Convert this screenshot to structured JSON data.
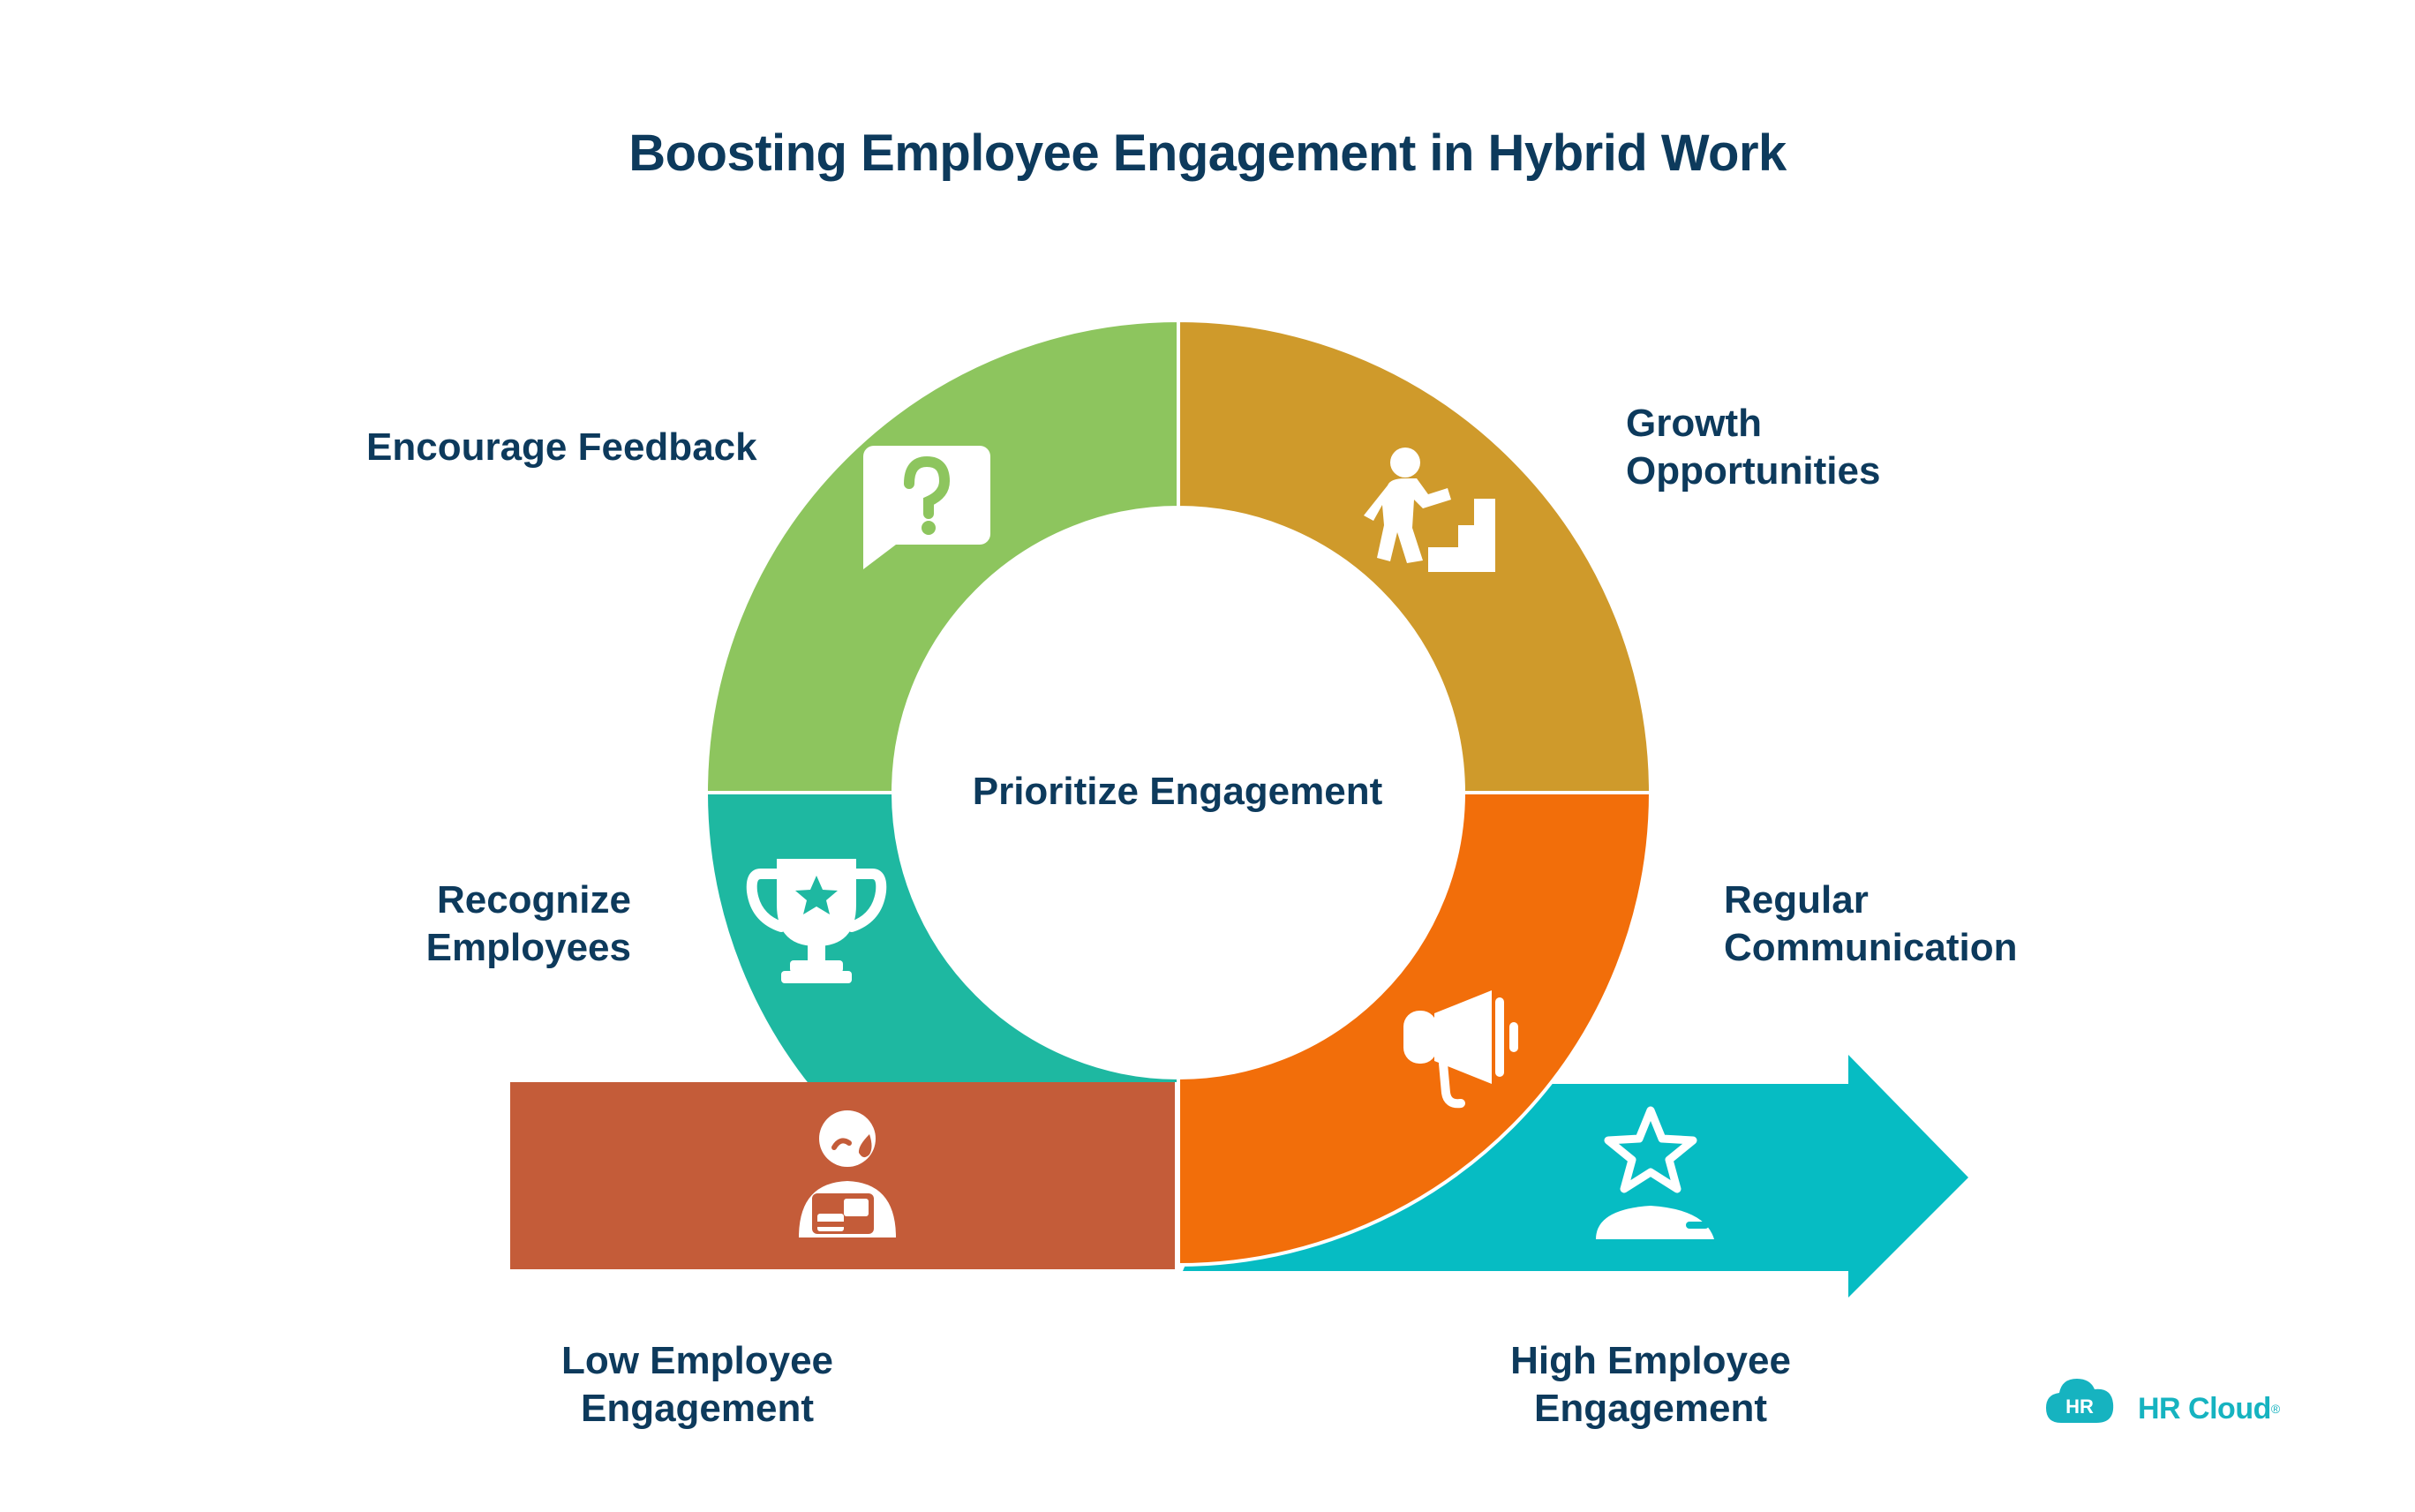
{
  "title": "Boosting Employee Engagement in Hybrid Work",
  "center": "Prioritize Engagement",
  "segments": [
    {
      "label_lines": [
        "Encourage Feedback"
      ],
      "color": "#8dc55e",
      "icon": "question-bubble-icon"
    },
    {
      "label_lines": [
        "Growth",
        "Opportunities"
      ],
      "color": "#cf9a2b",
      "icon": "person-climbing-stairs-icon"
    },
    {
      "label_lines": [
        "Regular",
        "Communication"
      ],
      "color": "#f26e0a",
      "icon": "megaphone-icon"
    },
    {
      "label_lines": [
        "Recognize",
        "Employees"
      ],
      "color": "#1eb8a1",
      "icon": "trophy-star-icon"
    }
  ],
  "low": {
    "label_lines": [
      "Low Employee",
      "Engagement"
    ],
    "color": "#c45c39",
    "icon": "sad-employee-desk-icon"
  },
  "high": {
    "label_lines": [
      "High Employee",
      "Engagement"
    ],
    "color": "#06bcc3",
    "icon": "star-person-icon"
  },
  "brand": {
    "badge": "HR",
    "name": "HR Cloud",
    "reg": "®",
    "color": "#16b3c0"
  }
}
